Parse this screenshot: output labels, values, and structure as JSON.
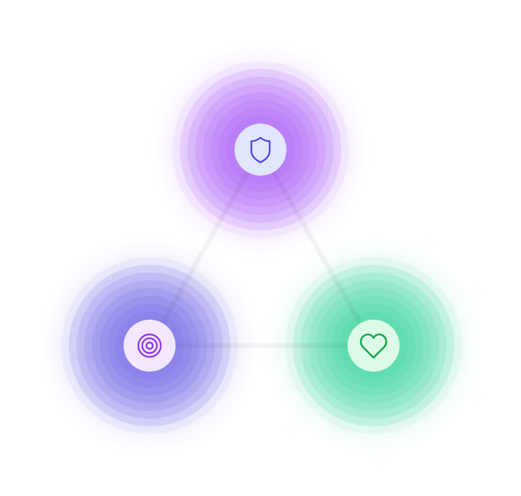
{
  "diagram": {
    "connector_color": "#000000",
    "nodes": [
      {
        "id": "top",
        "icon": "shield-icon",
        "ring_color": "#a855f7",
        "inner_fill": "#e0e7ff",
        "icon_color": "#4f46e5"
      },
      {
        "id": "left",
        "icon": "target-icon",
        "ring_color": "#6a60e6",
        "inner_fill": "#f3e8ff",
        "icon_color": "#9333ea"
      },
      {
        "id": "right",
        "icon": "heart-icon",
        "ring_color": "#34d399",
        "inner_fill": "#dcfce7",
        "icon_color": "#16a34a"
      }
    ]
  }
}
